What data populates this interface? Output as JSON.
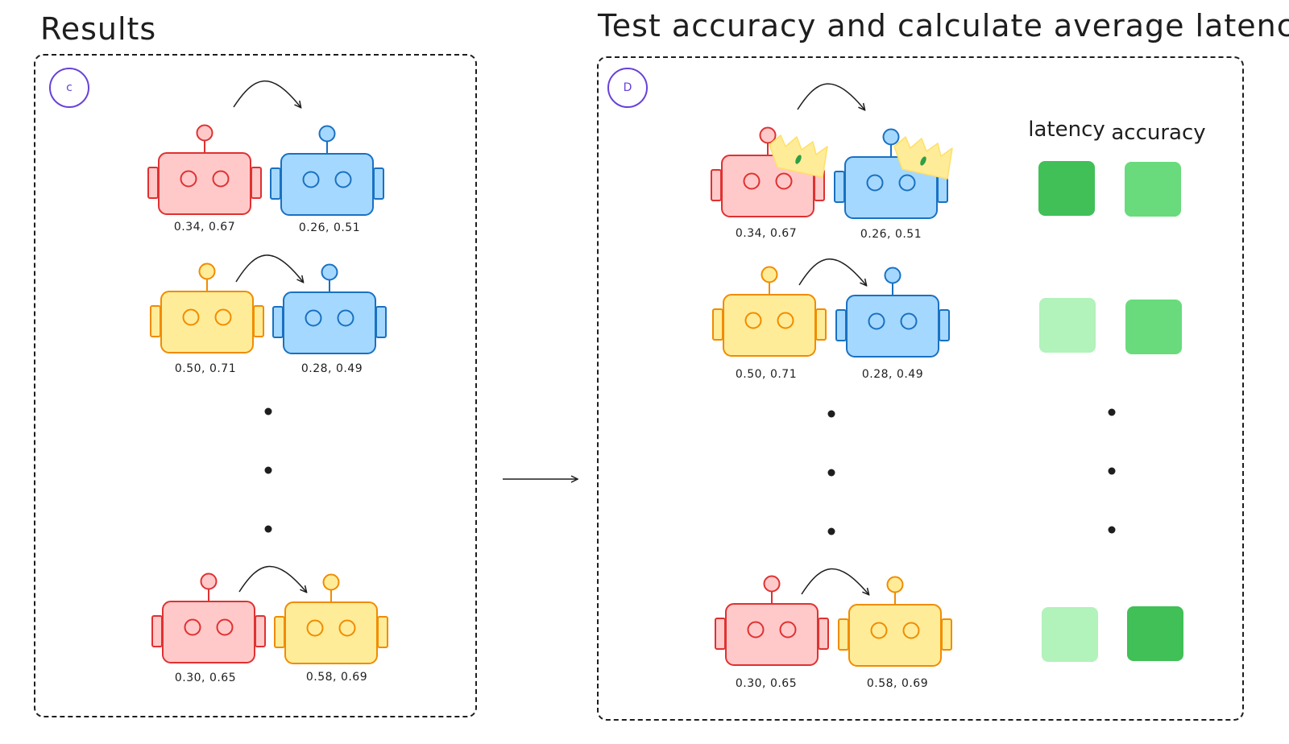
{
  "panel_c": {
    "heading": "Results",
    "badge": "c",
    "rows": [
      {
        "left_score": "0.34, 0.67",
        "right_score": "0.26, 0.51"
      },
      {
        "left_score": "0.50, 0.71",
        "right_score": "0.28, 0.49"
      },
      {
        "left_score": "0.30, 0.65",
        "right_score": "0.58, 0.69"
      }
    ]
  },
  "panel_d": {
    "heading": "Test accuracy and calculate average latency",
    "badge": "D",
    "latency_header": "latency",
    "accuracy_header": "accuracy",
    "rows": [
      {
        "left_score": "0.34, 0.67",
        "right_score": "0.26, 0.51"
      },
      {
        "left_score": "0.50, 0.71",
        "right_score": "0.28, 0.49"
      },
      {
        "left_score": "0.30, 0.65",
        "right_score": "0.58, 0.69"
      }
    ]
  },
  "robot_colors": {
    "red": {
      "fill": "#ffc9c9",
      "stroke": "#e03131"
    },
    "blue": {
      "fill": "#a5d8ff",
      "stroke": "#1971c2"
    },
    "yellow": {
      "fill": "#ffec99",
      "stroke": "#f08c00"
    }
  },
  "square_colors": {
    "dark": "#40c057",
    "medium": "#69db7c",
    "light": "#b2f2bb"
  }
}
